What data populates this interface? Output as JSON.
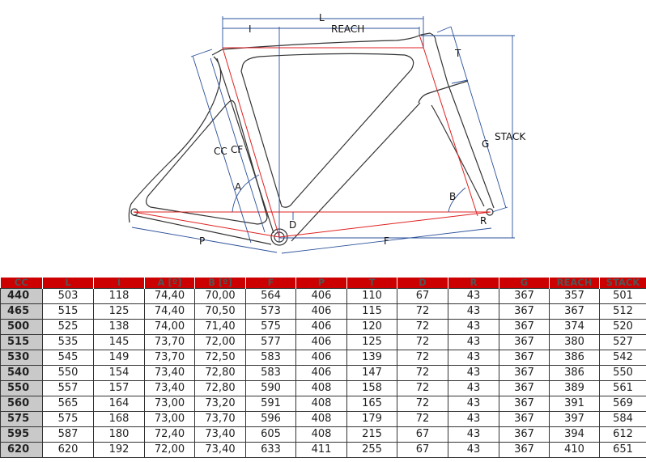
{
  "diagram": {
    "labels": {
      "L": "L",
      "I": "I",
      "REACH": "REACH",
      "T": "T",
      "STACK": "STACK",
      "G": "G",
      "CC": "CC",
      "CF": "CF",
      "A": "A",
      "B": "B",
      "D": "D",
      "R": "R",
      "P": "P",
      "F": "F"
    },
    "colors": {
      "frame": "#333333",
      "dimension": "#2a4f9a",
      "reference": "#e02020"
    }
  },
  "table": {
    "header_color": "#cc0000",
    "columns": [
      "CC",
      "L",
      "I",
      "A [º]",
      "B [º]",
      "F",
      "P",
      "T",
      "D",
      "R",
      "G",
      "REACH",
      "STACK"
    ],
    "rows": [
      [
        "440",
        "503",
        "118",
        "74,40",
        "70,00",
        "564",
        "406",
        "110",
        "67",
        "43",
        "367",
        "357",
        "501"
      ],
      [
        "465",
        "515",
        "125",
        "74,40",
        "70,50",
        "573",
        "406",
        "115",
        "72",
        "43",
        "367",
        "367",
        "512"
      ],
      [
        "500",
        "525",
        "138",
        "74,00",
        "71,40",
        "575",
        "406",
        "120",
        "72",
        "43",
        "367",
        "374",
        "520"
      ],
      [
        "515",
        "535",
        "145",
        "73,70",
        "72,00",
        "577",
        "406",
        "125",
        "72",
        "43",
        "367",
        "380",
        "527"
      ],
      [
        "530",
        "545",
        "149",
        "73,70",
        "72,50",
        "583",
        "406",
        "139",
        "72",
        "43",
        "367",
        "386",
        "542"
      ],
      [
        "540",
        "550",
        "154",
        "73,40",
        "72,80",
        "583",
        "406",
        "147",
        "72",
        "43",
        "367",
        "386",
        "550"
      ],
      [
        "550",
        "557",
        "157",
        "73,40",
        "72,80",
        "590",
        "408",
        "158",
        "72",
        "43",
        "367",
        "389",
        "561"
      ],
      [
        "560",
        "565",
        "164",
        "73,00",
        "73,20",
        "591",
        "408",
        "165",
        "72",
        "43",
        "367",
        "391",
        "569"
      ],
      [
        "575",
        "575",
        "168",
        "73,00",
        "73,70",
        "596",
        "408",
        "179",
        "72",
        "43",
        "367",
        "397",
        "584"
      ],
      [
        "595",
        "587",
        "180",
        "72,40",
        "73,40",
        "605",
        "408",
        "215",
        "67",
        "43",
        "367",
        "394",
        "612"
      ],
      [
        "620",
        "620",
        "192",
        "72,00",
        "73,40",
        "633",
        "411",
        "255",
        "67",
        "43",
        "367",
        "410",
        "651"
      ]
    ]
  }
}
